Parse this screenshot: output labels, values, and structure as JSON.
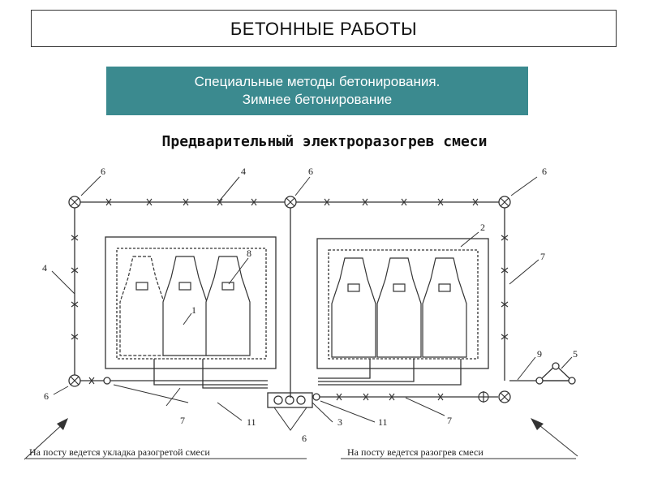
{
  "header": {
    "title": "БЕТОННЫЕ РАБОТЫ"
  },
  "section": {
    "line1": "Специальные методы бетонирования.",
    "line2": "Зимнее  бетонирование"
  },
  "diagram": {
    "title": "Предварительный электроразогрев смеси",
    "labels": {
      "n6_left_top": "6",
      "n4_top": "4",
      "n6_mid_top": "6",
      "n6_right_top": "6",
      "n4_left": "4",
      "n8": "8",
      "n1": "1",
      "n2": "2",
      "n7_right": "7",
      "n9": "9",
      "n5": "5",
      "n6_left_bottom": "6",
      "n7_bottom_left": "7",
      "n11_left": "11",
      "n3": "3",
      "n11_right": "11",
      "n7_bottom_right": "7",
      "n6_bottom": "6"
    },
    "captions": {
      "left": "На посту ведется укладка разогретой смеси",
      "right": "На посту ведется разогрев смеси"
    }
  },
  "colors": {
    "teal": "#3b8a8f",
    "ink": "#333333"
  }
}
